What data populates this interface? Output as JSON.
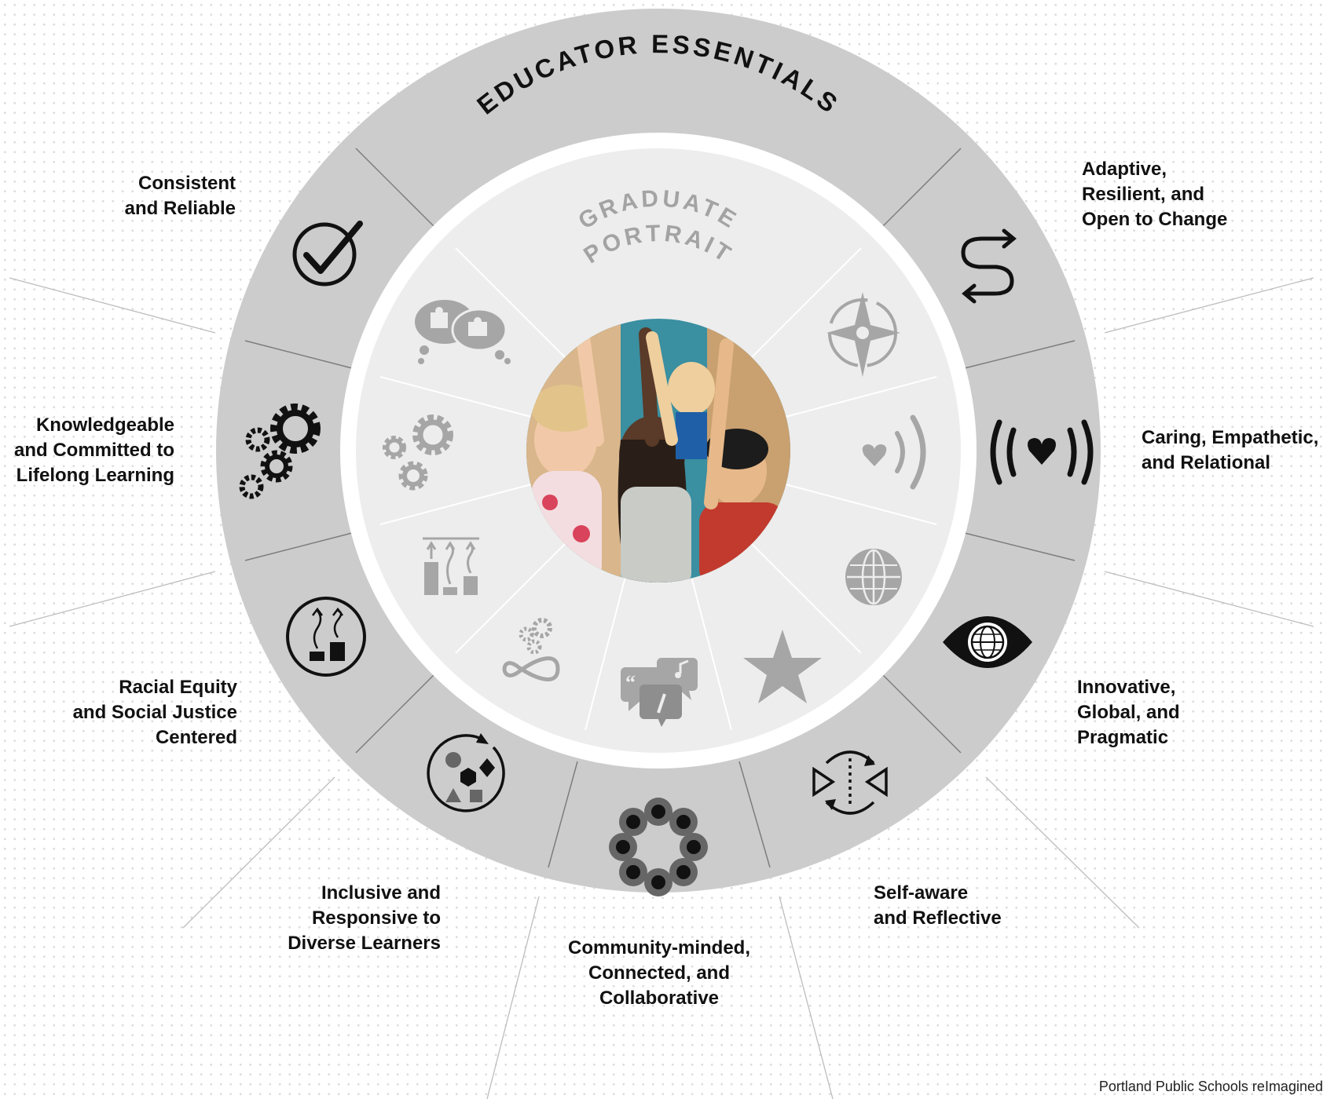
{
  "outer_ring_title": "EDUCATOR ESSENTIALS",
  "inner_ring_title_line1": "GRADUATE",
  "inner_ring_title_line2": "PORTRAIT",
  "educator_essentials": [
    {
      "lines": [
        "Consistent",
        "and Reliable"
      ],
      "icon": "checkmark-circle-icon"
    },
    {
      "lines": [
        "Knowledgeable",
        "and Committed to",
        "Lifelong Learning"
      ],
      "icon": "gears-icon"
    },
    {
      "lines": [
        "Racial Equity",
        "and Social Justice",
        "Centered"
      ],
      "icon": "rising-arrows-circle-icon"
    },
    {
      "lines": [
        "Inclusive and",
        "Responsive to",
        "Diverse Learners"
      ],
      "icon": "shapes-cycle-icon"
    },
    {
      "lines": [
        "Community-minded,",
        "Connected, and",
        "Collaborative"
      ],
      "icon": "flower-ring-icon"
    },
    {
      "lines": [
        "Self-aware",
        "and Reflective"
      ],
      "icon": "mirror-triangles-icon"
    },
    {
      "lines": [
        "Innovative,",
        "Global, and",
        "Pragmatic"
      ],
      "icon": "globe-eye-icon"
    },
    {
      "lines": [
        "Caring, Empathetic,",
        "and Relational"
      ],
      "icon": "broadcast-heart-icon"
    },
    {
      "lines": [
        "Adaptive,",
        "Resilient, and",
        "Open to Change"
      ],
      "icon": "winding-arrow-icon"
    }
  ],
  "graduate_portrait_icons": [
    "compass-star-icon",
    "heart-waves-icon",
    "globe-icon",
    "star-icon",
    "speech-bubbles-icon",
    "gears-infinity-icon",
    "rising-arrows-icon",
    "gears-icon",
    "puzzle-thought-bubbles-icon"
  ],
  "center_image": "photo of children raising their hands in a classroom",
  "credit": "Portland Public Schools reImagined",
  "colors": {
    "outer_ring": "#cccccd",
    "inner_disc": "#ededed",
    "dark_icons": "#111111",
    "light_icons": "#a6a6a6",
    "graduate_text": "#a3a3a3"
  }
}
